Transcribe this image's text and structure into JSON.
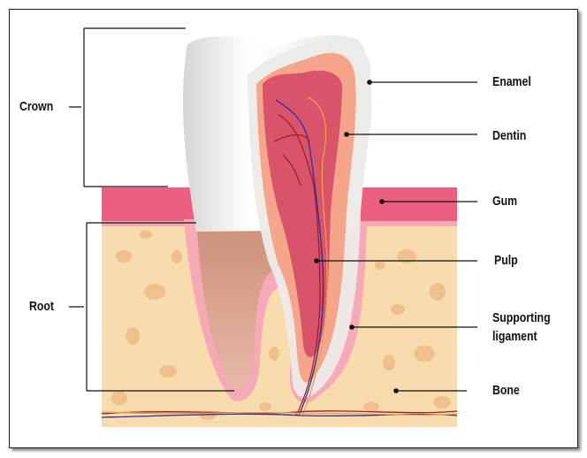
{
  "labels": {
    "crown": "Crown",
    "root": "Root",
    "enamel": "Enamel",
    "dentin": "Dentin",
    "gum": "Gum",
    "pulp": "Pulp",
    "supporting_ligament_line1": "Supporting",
    "supporting_ligament_line2": "ligament",
    "bone": "Bone"
  },
  "colors": {
    "enamel": "#ecebe8",
    "dentin": "#f4a58a",
    "pulp": "#d9536a",
    "gum": "#ec5f80",
    "ligament": "#f6a9b6",
    "bone": "#f9dcae",
    "bone_spots": "#efc08c",
    "vein": "#2b2fa8",
    "artery": "#a51e22",
    "nerve": "#f0a040"
  }
}
